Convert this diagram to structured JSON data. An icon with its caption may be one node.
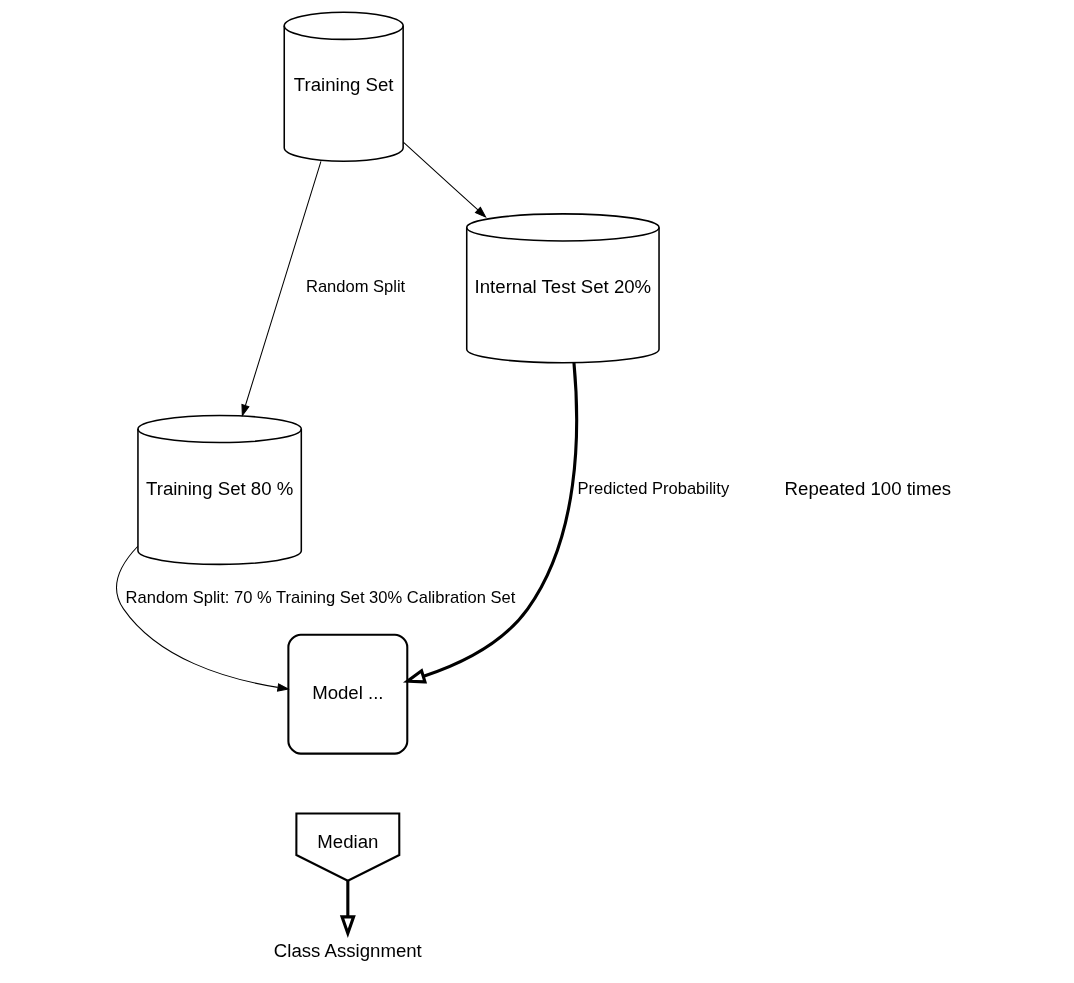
{
  "diagram": {
    "nodes": [
      {
        "text": [
          "Training Set"
        ]
      },
      {
        "text": [
          "Training Set 80 %"
        ]
      },
      {
        "text": [
          "Internal Test Set 20%"
        ]
      },
      {
        "text": [
          "Model ..."
        ]
      },
      {
        "text": [
          "Median"
        ]
      },
      {
        "text": [
          "Class Assignment"
        ]
      }
    ],
    "edges": [
      {
        "from": 0,
        "to": 1,
        "arrow": "to",
        "label": "Random Split"
      },
      {
        "from": 0,
        "to": 2,
        "arrow": "to"
      },
      {
        "from": 1,
        "to": 3,
        "arrow": "to",
        "label": "Random Split: 70 % Training Set 30% Calibration Set"
      },
      {
        "from": 2,
        "to": 3,
        "arrow": "to",
        "style": "thick",
        "label": "Predicted Probability"
      },
      {
        "from": 4,
        "to": 5,
        "arrow": "to",
        "style": "thick"
      }
    ],
    "labels": [
      "Repeated 100 times"
    ]
  }
}
